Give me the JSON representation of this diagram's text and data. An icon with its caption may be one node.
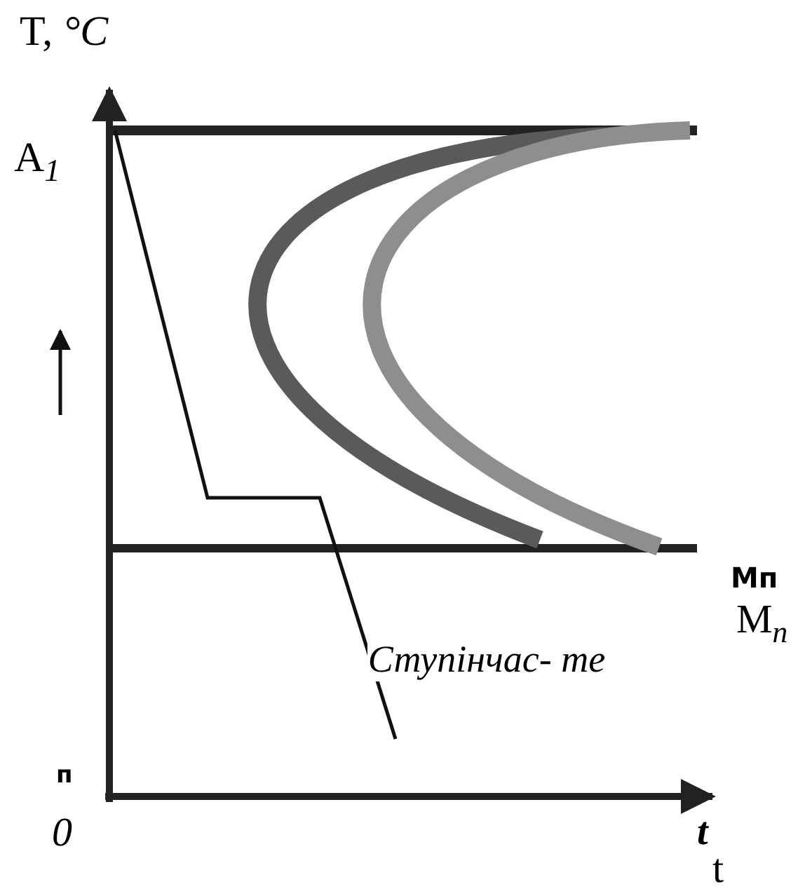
{
  "diagram": {
    "labels": [
      "T, *°C*",
      "A$_{1}$",
      "Мп",
      "M$_{n}$",
      "Ступінчас- те",
      "п",
      "0",
      "t",
      "t"
    ]
  }
}
